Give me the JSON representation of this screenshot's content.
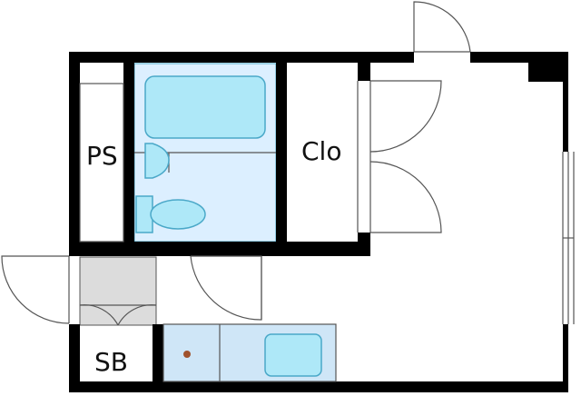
{
  "labels": {
    "pipe_space": "PS",
    "closet": "Clo",
    "shoe_box": "SB"
  },
  "colors": {
    "wall": "#000000",
    "bathroom_floor": "#dcefff",
    "fixture_fill": "#aee8f8",
    "fixture_stroke": "#4aa8c8",
    "kitchen_counter": "#cfe6f7",
    "entrance_floor": "#dcdcdc",
    "line": "#555555",
    "stove_knob": "#a0522d"
  },
  "icons": {
    "bathtub": "bathtub-icon",
    "washbasin": "washbasin-icon",
    "toilet": "toilet-icon",
    "sink": "sink-icon",
    "stove": "stove-icon"
  }
}
